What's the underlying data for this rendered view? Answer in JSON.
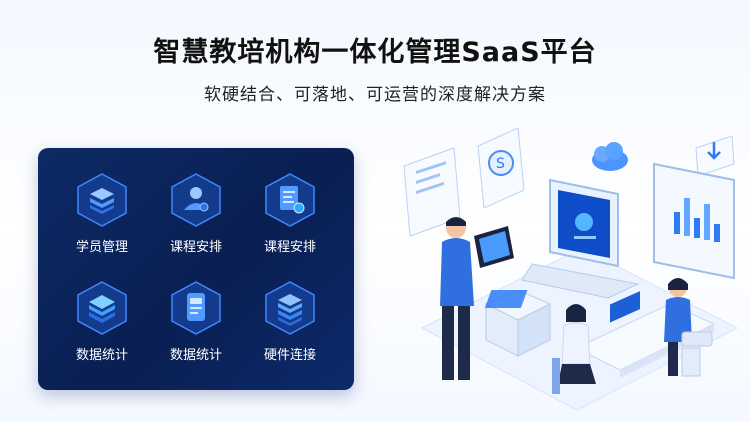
{
  "header": {
    "title": "智慧教培机构一体化管理SaaS平台",
    "subtitle": "软硬结合、可落地、可运营的深度解决方案"
  },
  "features": [
    {
      "label": "学员管理",
      "icon": "layers-stack-icon"
    },
    {
      "label": "课程安排",
      "icon": "user-profile-icon"
    },
    {
      "label": "课程安排",
      "icon": "document-chat-icon"
    },
    {
      "label": "数据统计",
      "icon": "database-layers-icon"
    },
    {
      "label": "数据统计",
      "icon": "tablet-document-icon"
    },
    {
      "label": "硬件连接",
      "icon": "stack-blocks-icon"
    }
  ],
  "colors": {
    "panel": "#0d2a66",
    "accent": "#2f7bf6",
    "glow": "#4fa3ff"
  }
}
